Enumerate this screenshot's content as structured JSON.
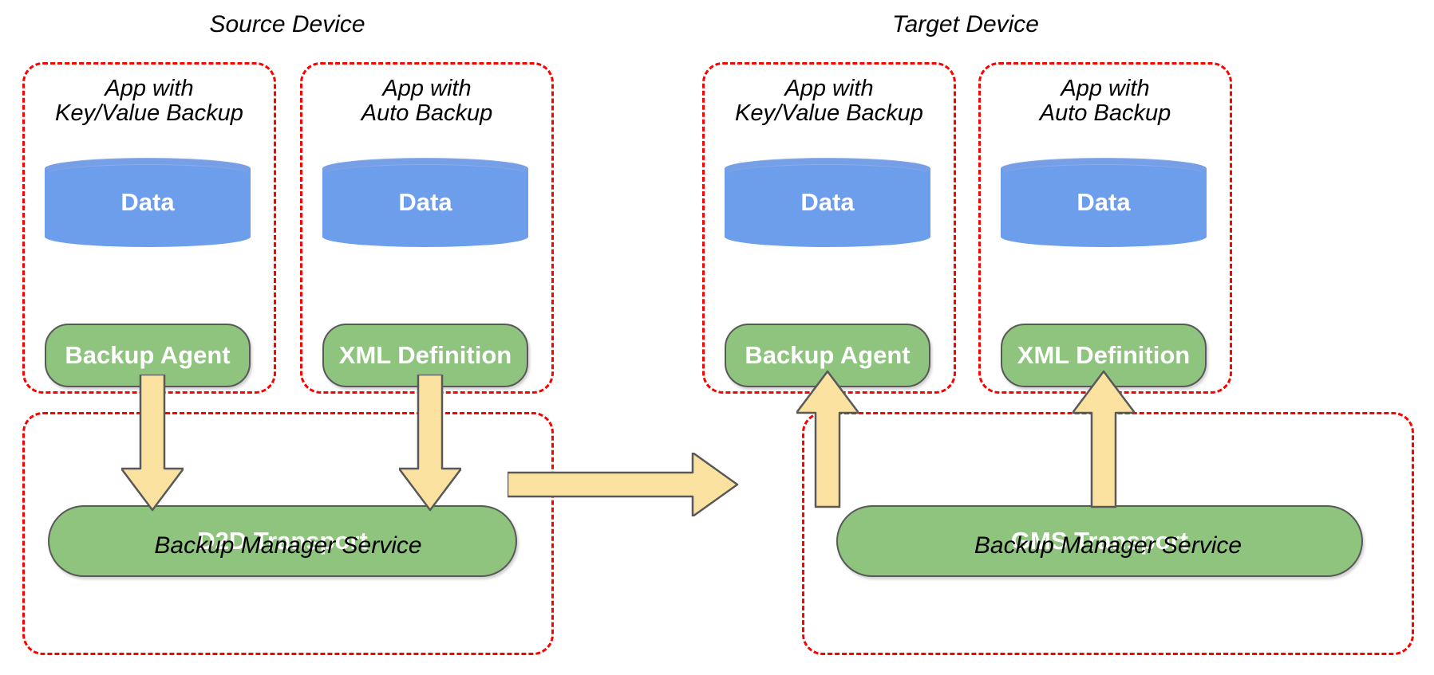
{
  "diagram": {
    "title_source": "Source Device",
    "title_target": "Target Device",
    "colors": {
      "green_fill": "#8FC47E",
      "blue_fill": "#6D9EEB",
      "yellow_fill": "#FCE2A0",
      "dashed_border": "#FF0000",
      "shape_stroke": "#595959",
      "label_text": "#000000",
      "shape_text": "#FFFFFF",
      "background": "#FFFFFF"
    },
    "devices": [
      {
        "id": "source",
        "title": "Source Device",
        "apps": [
          {
            "id": "source-kv",
            "label": "App with\nKey/Value Backup",
            "data_label": "Data",
            "component_label": "Backup Agent"
          },
          {
            "id": "source-auto",
            "label": "App with\nAuto Backup",
            "data_label": "Data",
            "component_label": "XML Definition"
          }
        ],
        "service": {
          "caption": "Backup Manager Service",
          "transport_label": "D2D Transport"
        }
      },
      {
        "id": "target",
        "title": "Target Device",
        "apps": [
          {
            "id": "target-kv",
            "label": "App with\nKey/Value Backup",
            "data_label": "Data",
            "component_label": "Backup Agent"
          },
          {
            "id": "target-auto",
            "label": "App with\nAuto Backup",
            "data_label": "Data",
            "component_label": "XML Definition"
          }
        ],
        "service": {
          "caption": "Backup Manager Service",
          "transport_label": "GMS Transport"
        }
      }
    ],
    "arrows": [
      {
        "id": "source-kv-to-d2d",
        "direction": "down",
        "from": "Backup Agent",
        "to": "D2D Transport"
      },
      {
        "id": "source-auto-to-d2d",
        "direction": "down",
        "from": "XML Definition",
        "to": "D2D Transport"
      },
      {
        "id": "d2d-to-gms",
        "direction": "right",
        "from": "D2D Transport",
        "to": "GMS Transport"
      },
      {
        "id": "gms-to-target-kv",
        "direction": "up",
        "from": "GMS Transport",
        "to": "Backup Agent"
      },
      {
        "id": "gms-to-target-auto",
        "direction": "up",
        "from": "GMS Transport",
        "to": "XML Definition"
      }
    ]
  }
}
